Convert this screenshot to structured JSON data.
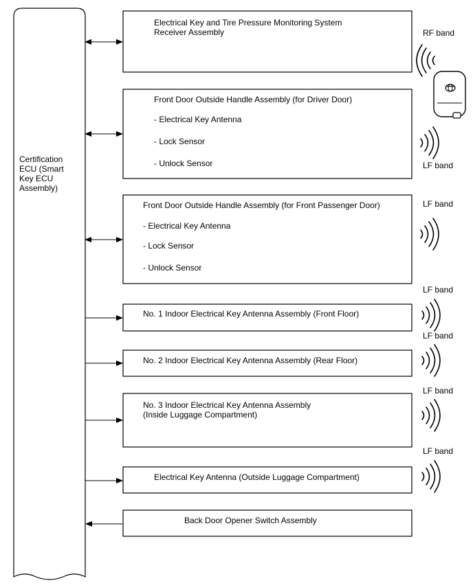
{
  "ecu": {
    "lines": [
      "Certification",
      "ECU (Smart",
      "Key ECU",
      "Assembly)"
    ]
  },
  "boxes": [
    {
      "lines": [
        "Electrical Key and Tire Pressure Monitoring System",
        "Receiver Assembly"
      ],
      "connection": "bidirectional"
    },
    {
      "lines": [
        "Front Door Outside Handle Assembly (for Driver Door)",
        "- Electrical Key Antenna",
        "- Lock Sensor",
        "- Unlock Sensor"
      ],
      "connection": "bidirectional"
    },
    {
      "lines": [
        "Front Door Outside Handle Assembly (for Front Passenger Door)",
        "- Electrical Key Antenna",
        "- Lock Sensor",
        "- Unlock Sensor"
      ],
      "connection": "bidirectional"
    },
    {
      "lines": [
        "No. 1 Indoor Electrical Key Antenna Assembly (Front Floor)"
      ],
      "connection": "to-box"
    },
    {
      "lines": [
        "No. 2 Indoor Electrical Key Antenna Assembly (Rear Floor)"
      ],
      "connection": "to-box"
    },
    {
      "lines": [
        "No. 3 Indoor Electrical Key Antenna Assembly",
        "(Inside Luggage Compartment)"
      ],
      "connection": "to-box"
    },
    {
      "lines": [
        "Electrical Key Antenna (Outside Luggage Compartment)"
      ],
      "connection": "to-box"
    },
    {
      "lines": [
        "Back Door Opener Switch Assembly"
      ],
      "connection": "to-ecu"
    }
  ],
  "band_labels": {
    "rf": "RF band",
    "lf": [
      "LF band",
      "LF band",
      "LF band",
      "LF band",
      "LF band",
      "LF band"
    ]
  },
  "icons": {
    "key_fob": "smart-key-fob-icon",
    "wave": "radio-wave-icon"
  }
}
